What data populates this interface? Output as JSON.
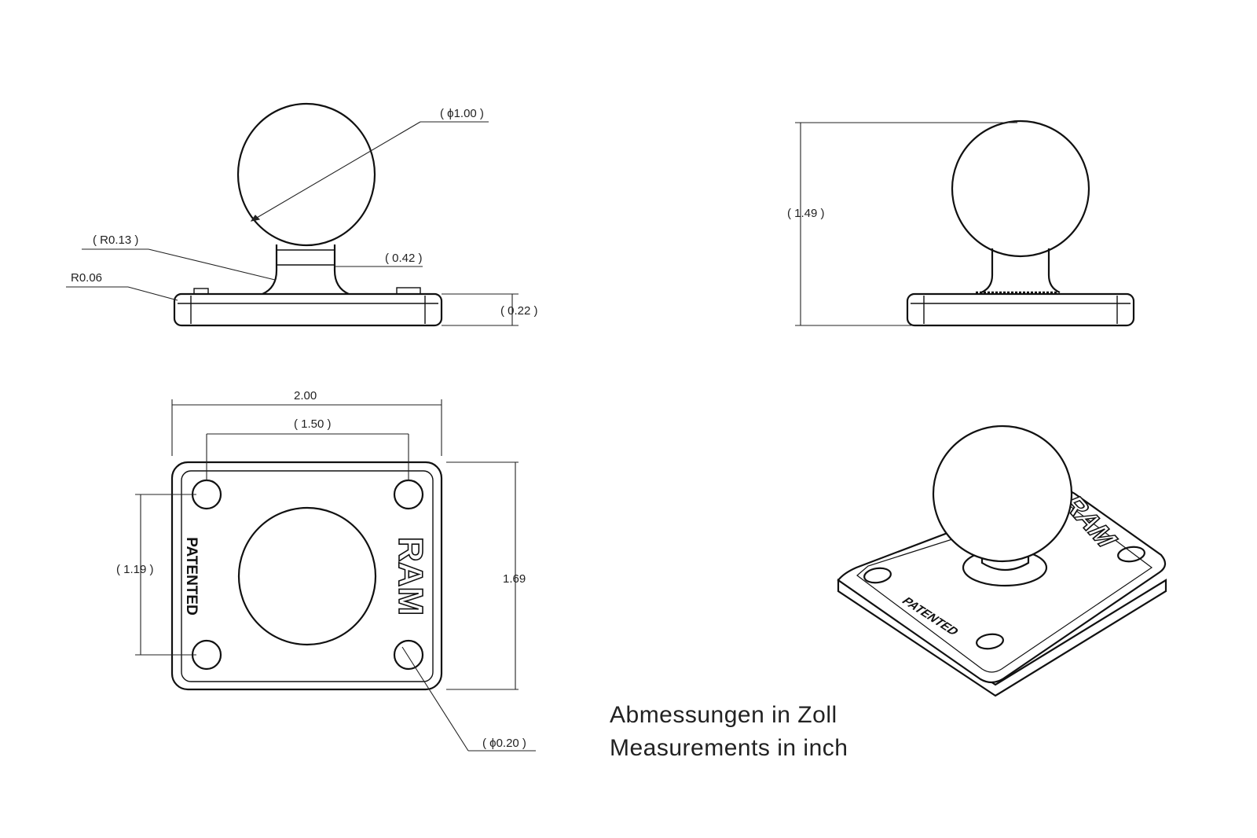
{
  "dimensions": {
    "ball_diameter": "ϕ1.00",
    "fillet_radius_top": "R0.13",
    "fillet_radius_base": "R0.06",
    "neck_width": "0.42",
    "base_thickness": "0.22",
    "total_height": "1.49",
    "base_width": "2.00",
    "hole_spacing_x": "1.50",
    "hole_spacing_y": "1.19",
    "base_depth": "1.69",
    "hole_diameter": "ϕ0.20"
  },
  "markings": {
    "patented": "PATENTED",
    "brand": "RAM"
  },
  "notes": {
    "german": "Abmessungen in Zoll",
    "english": "Measurements in inch"
  }
}
